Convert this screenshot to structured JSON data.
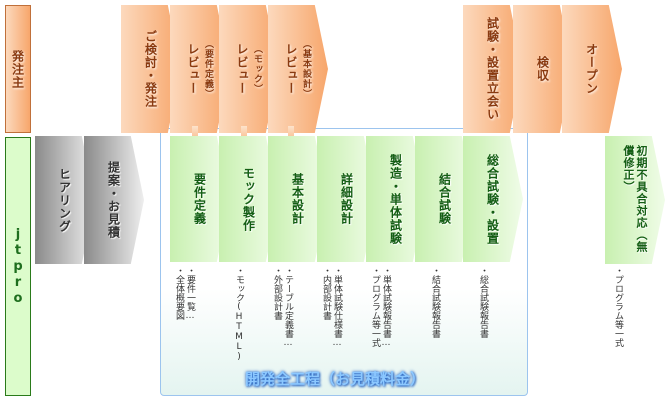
{
  "client": {
    "label": "発注主"
  },
  "vendor": {
    "label": "jtpro"
  },
  "client_steps": [
    {
      "label": "ご検討・発注"
    },
    {
      "label": "レビュー",
      "sub": "（要件定義）"
    },
    {
      "label": "レビュー",
      "sub": "（モック）"
    },
    {
      "label": "レビュー",
      "sub": "（基本設計）"
    },
    {
      "label": "試験・設置立会い"
    },
    {
      "label": "検収"
    },
    {
      "label": "オープン"
    }
  ],
  "pre_steps": [
    {
      "label": "ヒアリング"
    },
    {
      "label": "提案・お見積"
    }
  ],
  "dev_steps": [
    {
      "label": "要件定義",
      "docs": [
        "・要件一覧…",
        "・全体概要図"
      ]
    },
    {
      "label": "モック製作",
      "docs": [
        "・モック(HTML)"
      ]
    },
    {
      "label": "基本設計",
      "docs": [
        "・テーブル定義書…",
        "・外部設計書"
      ]
    },
    {
      "label": "詳細設計",
      "docs": [
        "・単体試験仕様書…",
        "・内部設計書"
      ]
    },
    {
      "label": "製造・単体試験",
      "docs": [
        "・単体試験報告書…",
        "・プログラム等一式"
      ]
    },
    {
      "label": "結合試験",
      "docs": [
        "・結合試験報告書"
      ]
    },
    {
      "label": "総合試験・設置",
      "docs": [
        "・総合試験報告書"
      ]
    }
  ],
  "post_step": {
    "label": "初期不具合対応（無償修正）",
    "docs": [
      "・プログラム等一式"
    ]
  },
  "panel": {
    "title": "開発全工程（お見積料金）"
  }
}
